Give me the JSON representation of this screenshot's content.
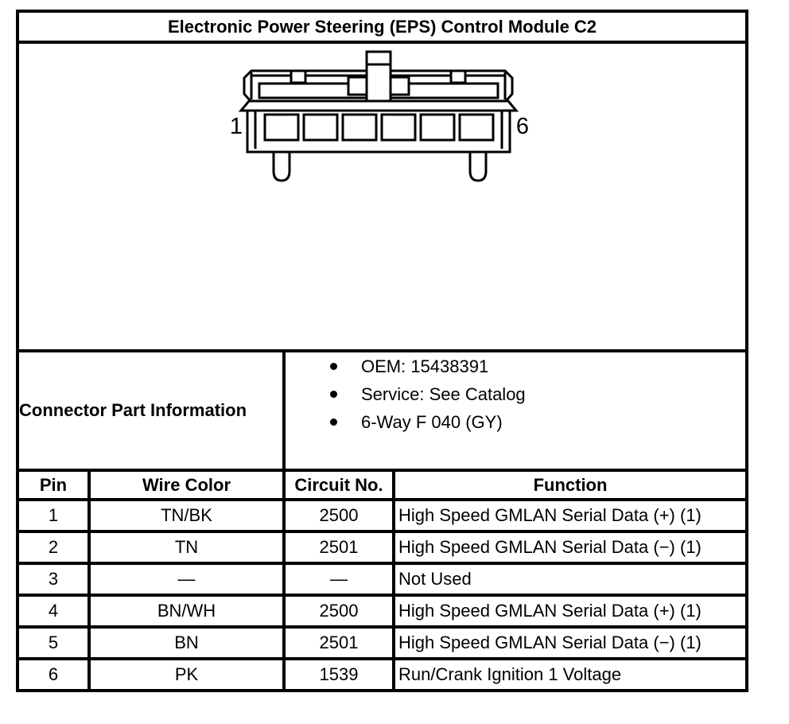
{
  "title": "Electronic Power Steering (EPS) Control Module C2",
  "diagram": {
    "type": "6-way connector face view",
    "left_pin_label": "1",
    "right_pin_label": "6",
    "pin_count": 6
  },
  "connector_info": {
    "label": "Connector Part Information",
    "bullets": [
      "OEM: 15438391",
      "Service: See Catalog",
      "6-Way F 040 (GY)"
    ]
  },
  "pin_table": {
    "headers": [
      "Pin",
      "Wire Color",
      "Circuit No.",
      "Function"
    ],
    "rows": [
      {
        "pin": "1",
        "wire_color": "TN/BK",
        "circuit_no": "2500",
        "function": "High Speed GMLAN Serial Data (+) (1)"
      },
      {
        "pin": "2",
        "wire_color": "TN",
        "circuit_no": "2501",
        "function": "High Speed GMLAN Serial Data (−) (1)"
      },
      {
        "pin": "3",
        "wire_color": "—",
        "circuit_no": "—",
        "function": "Not Used"
      },
      {
        "pin": "4",
        "wire_color": "BN/WH",
        "circuit_no": "2500",
        "function": "High Speed GMLAN Serial Data (+) (1)"
      },
      {
        "pin": "5",
        "wire_color": "BN",
        "circuit_no": "2501",
        "function": "High Speed GMLAN Serial Data (−) (1)"
      },
      {
        "pin": "6",
        "wire_color": "PK",
        "circuit_no": "1539",
        "function": "Run/Crank Ignition 1 Voltage"
      }
    ]
  },
  "colors": {
    "line": "#000000",
    "background": "#ffffff"
  }
}
